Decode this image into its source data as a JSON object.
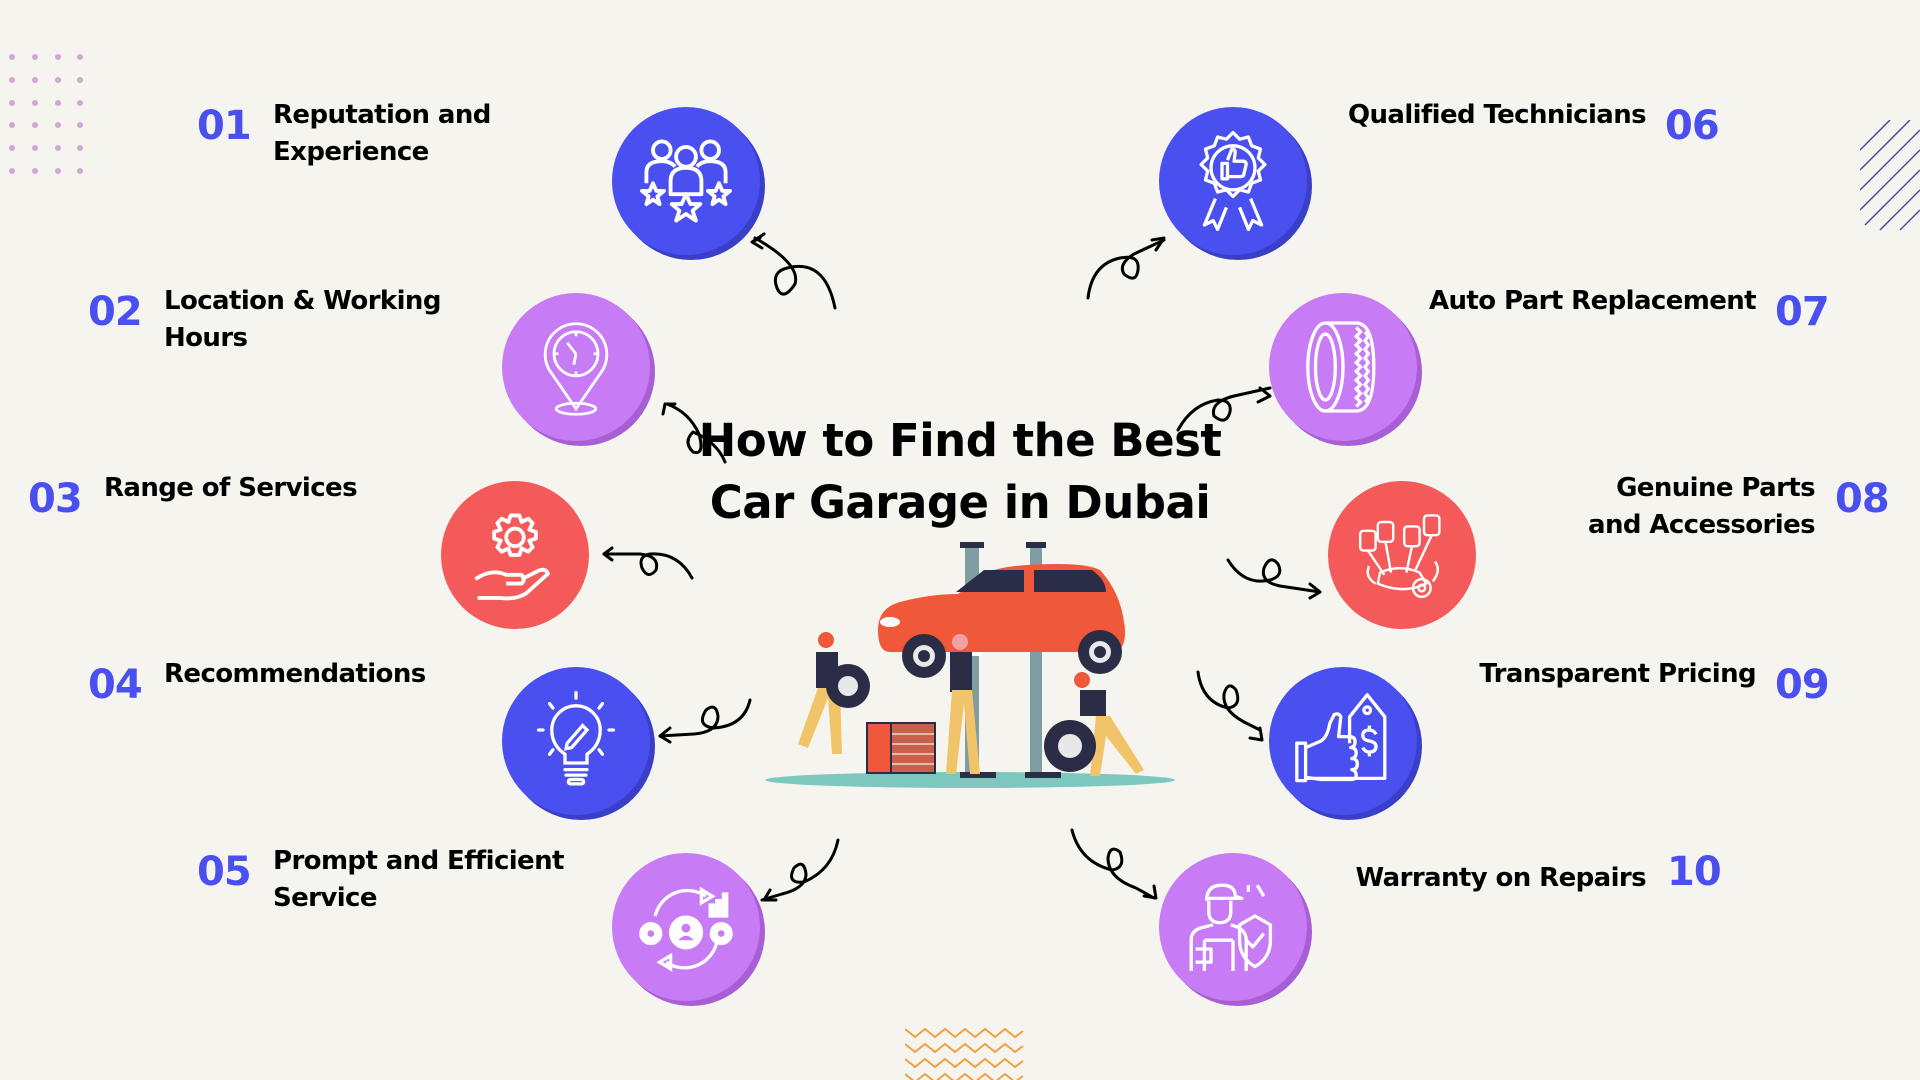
{
  "title": {
    "line1": "How to Find the Best",
    "line2": "Car Garage in Dubai"
  },
  "colors": {
    "background": "#f5f4ee",
    "number": "#4a4ff0",
    "blue": "#4a4ff0",
    "purple": "#c77cf5",
    "red": "#f55a5a",
    "dots": "#d3a6d6",
    "stripes": "#4b4a9c",
    "zigzag": "#f0a040"
  },
  "items": [
    {
      "number": "01",
      "label_lines": [
        "Reputation and",
        "Experience"
      ],
      "icon": "group-star-rating-icon",
      "color": "blue"
    },
    {
      "number": "02",
      "label_lines": [
        "Location & Working",
        "Hours"
      ],
      "icon": "location-clock-icon",
      "color": "purple"
    },
    {
      "number": "03",
      "label_lines": [
        "Range of Services"
      ],
      "icon": "gear-hand-icon",
      "color": "red"
    },
    {
      "number": "04",
      "label_lines": [
        "Recommendations"
      ],
      "icon": "lightbulb-pencil-icon",
      "color": "blue"
    },
    {
      "number": "05",
      "label_lines": [
        "Prompt and Efficient",
        "Service"
      ],
      "icon": "gears-process-icon",
      "color": "purple"
    },
    {
      "number": "06",
      "label_lines": [
        "Qualified Technicians"
      ],
      "icon": "award-thumbs-up-icon",
      "color": "blue"
    },
    {
      "number": "07",
      "label_lines": [
        "Auto Part Replacement"
      ],
      "icon": "tire-icon",
      "color": "purple"
    },
    {
      "number": "08",
      "label_lines": [
        "Genuine Parts",
        "and Accessories"
      ],
      "icon": "engine-pistons-icon",
      "color": "red"
    },
    {
      "number": "09",
      "label_lines": [
        "Transparent Pricing"
      ],
      "icon": "thumbs-up-price-tag-icon",
      "color": "blue"
    },
    {
      "number": "10",
      "label_lines": [
        "Warranty on Repairs"
      ],
      "icon": "mechanic-shield-icon",
      "color": "purple"
    }
  ],
  "illustration": {
    "name": "car-lift-mechanics-illustration",
    "car_color": "#f0583a",
    "lift_color": "#7f9ea4",
    "uniform_color": "#f2c46a",
    "floor_color": "#7cc8bf"
  }
}
